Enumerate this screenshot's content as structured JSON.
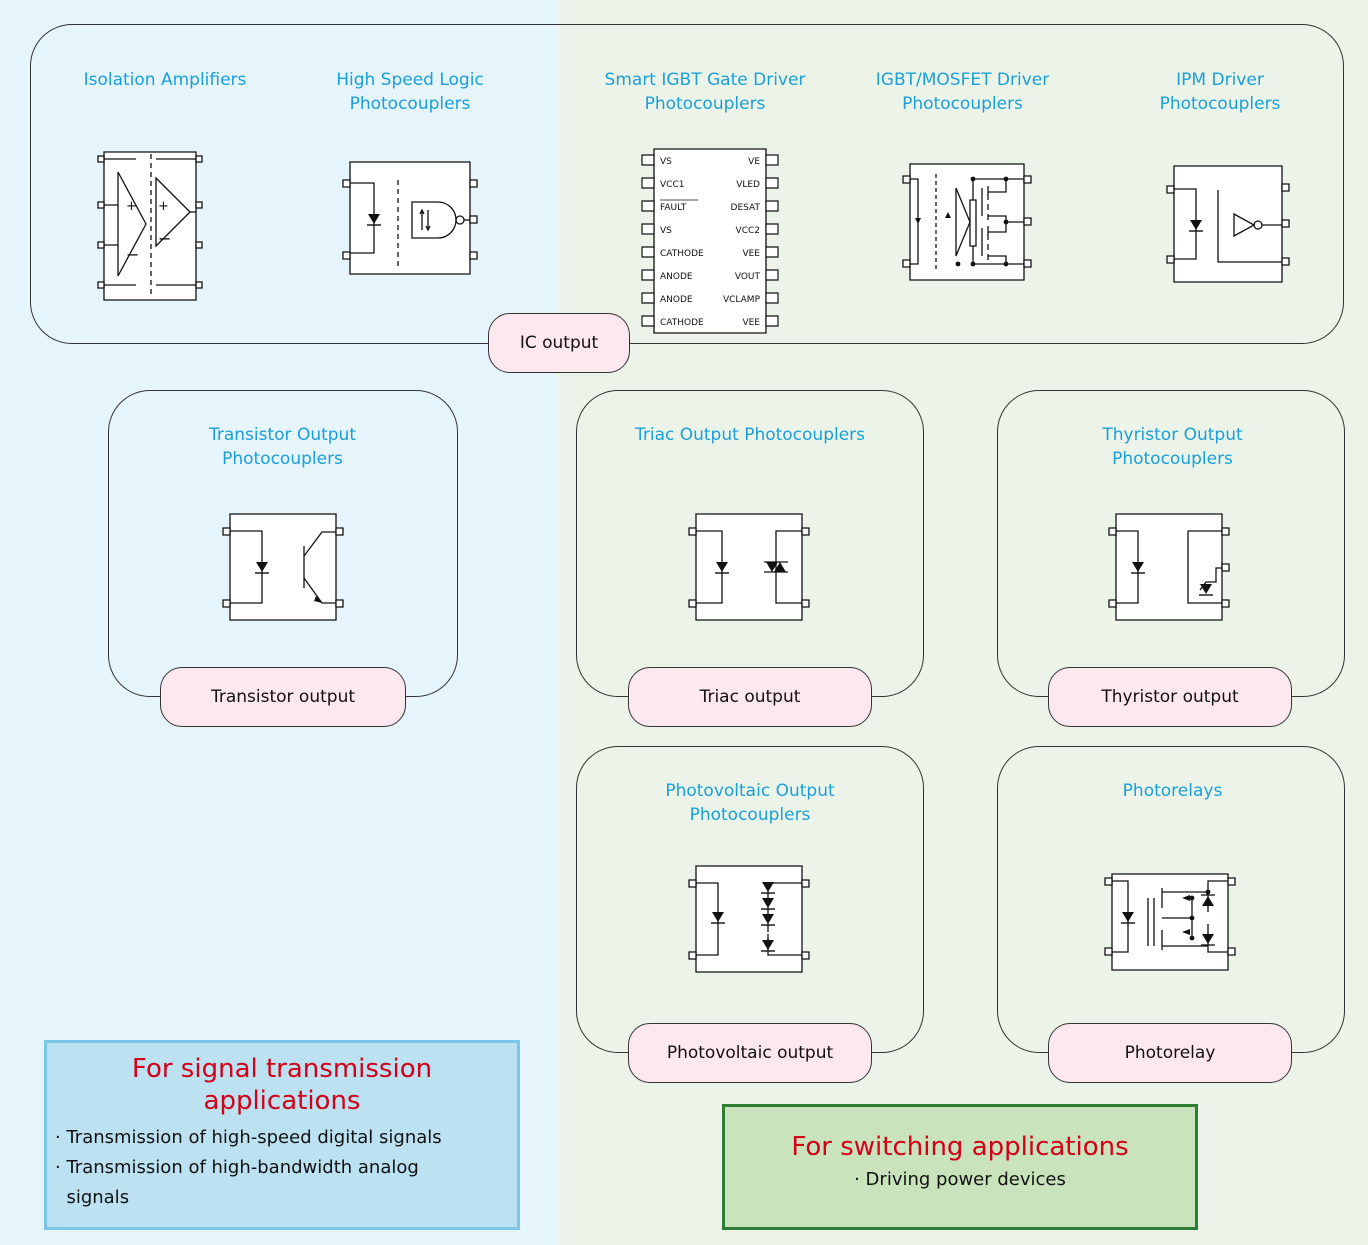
{
  "groups": {
    "ic": {
      "label": "IC output",
      "items": {
        "isolation_amp": "Isolation Amplifiers",
        "high_speed_logic": "High Speed Logic\nPhotocouplers",
        "smart_igbt": "Smart IGBT Gate Driver\nPhotocouplers",
        "igbt_mosfet": "IGBT/MOSFET Driver\nPhotocouplers",
        "ipm_driver": "IPM Driver\nPhotocouplers"
      },
      "smart_igbt_pins": {
        "left": [
          "VS",
          "VCC1",
          "FAULT",
          "VS",
          "CATHODE",
          "ANODE",
          "ANODE",
          "CATHODE"
        ],
        "right": [
          "VE",
          "VLED",
          "DESAT",
          "VCC2",
          "VEE",
          "VOUT",
          "VCLAMP",
          "VEE"
        ]
      }
    },
    "transistor": {
      "title": "Transistor Output\nPhotocouplers",
      "label": "Transistor output"
    },
    "triac": {
      "title": "Triac Output Photocouplers",
      "label": "Triac output"
    },
    "thyristor": {
      "title": "Thyristor Output\nPhotocouplers",
      "label": "Thyristor output"
    },
    "photovoltaic": {
      "title": "Photovoltaic Output\nPhotocouplers",
      "label": "Photovoltaic output"
    },
    "photorelay": {
      "title": "Photorelays",
      "label": "Photorelay"
    }
  },
  "applications": {
    "signal": {
      "title": "For signal transmission\napplications",
      "bullets": [
        "· Transmission of high-speed digital signals",
        "· Transmission of high-bandwidth analog\n  signals"
      ],
      "bg": "#bce2f2",
      "border": "#7cc6ea"
    },
    "switching": {
      "title": "For switching applications",
      "bullets": [
        "· Driving power devices"
      ],
      "bg": "#c9e4bd",
      "border": "#2e7d32"
    }
  },
  "colors": {
    "title_blue": "#1aa0d8",
    "app_title_red": "#d40018",
    "pill_pink": "#fde8f0"
  }
}
